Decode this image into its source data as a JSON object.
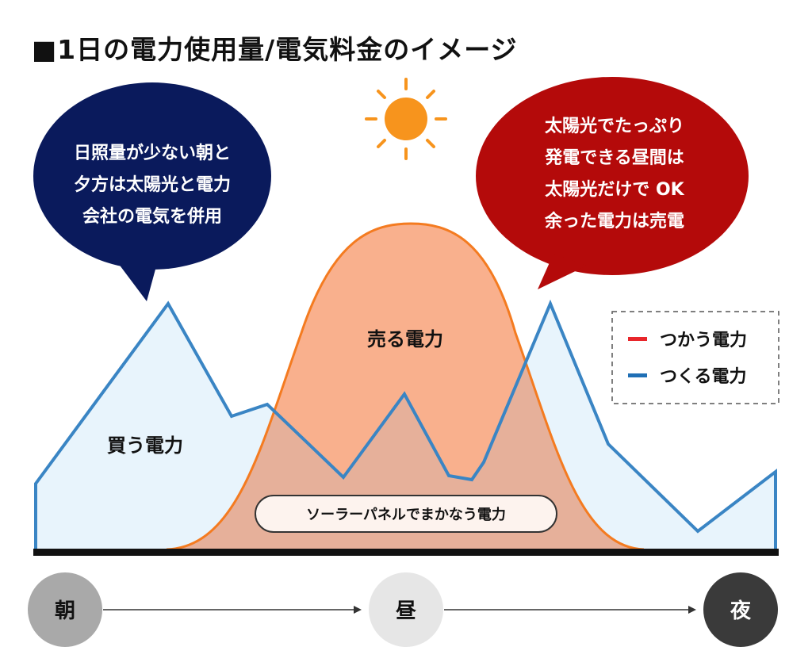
{
  "title": "■1日の電力使用量/電気料金のイメージ",
  "bubbles": {
    "left": {
      "lines": [
        "日照量が少ない朝と",
        "夕方は太陽光と電力",
        "会社の電気を併用"
      ],
      "color": "#0a1a5c"
    },
    "right": {
      "lines": [
        "太陽光でたっぷり",
        "発電できる昼間は",
        "太陽光だけで OK",
        "余った電力は売電"
      ],
      "color": "#b40a0a"
    }
  },
  "labels": {
    "buy": "買う電力",
    "sell": "売る電力",
    "solar": "ソーラーパネルでまかなう電力"
  },
  "legend": {
    "items": [
      {
        "label": "つかう電力",
        "color": "#e8262b"
      },
      {
        "label": "つくる電力",
        "color": "#1f6fb5"
      }
    ]
  },
  "timeline": {
    "morning": "朝",
    "noon": "昼",
    "night": "夜"
  },
  "colors": {
    "sun": "#f7941d",
    "usage_line": "#3a85c4",
    "usage_fill": "#e8f4fc",
    "solar_line": "#f47b20",
    "solar_fill": "#f9b08d",
    "overlap_fill": "#e6b09a"
  }
}
